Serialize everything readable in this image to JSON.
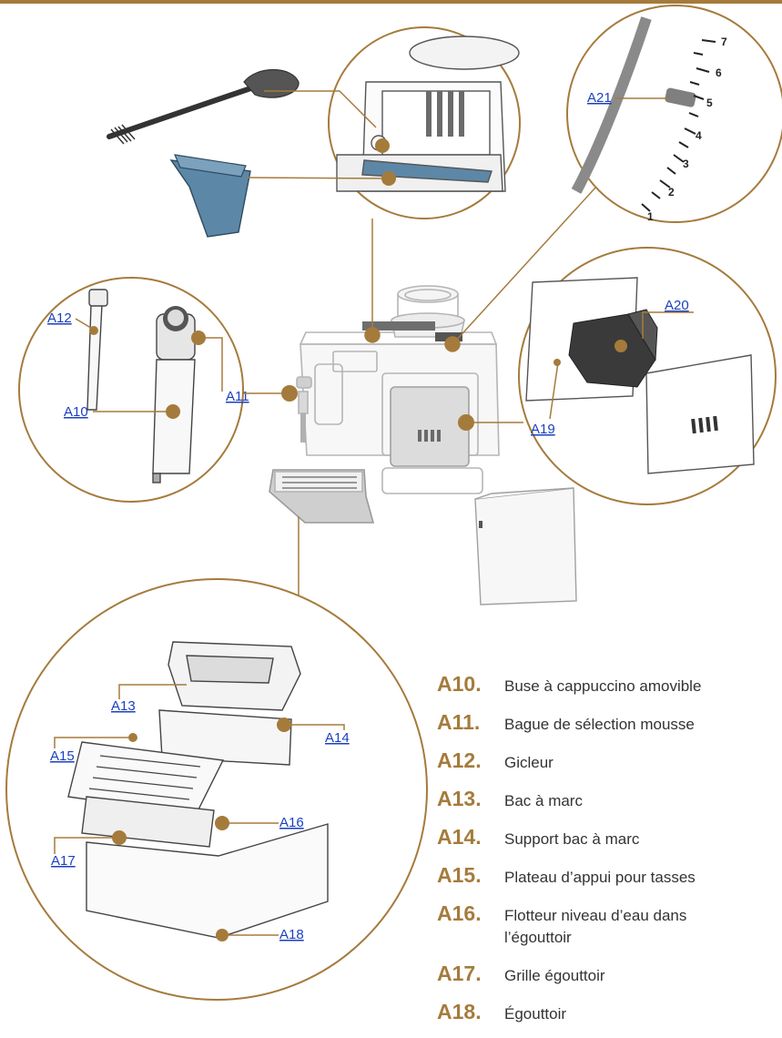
{
  "diagram": {
    "colors": {
      "accent": "#a57b3c",
      "callout_text": "#1a3fbf",
      "legend_text": "#333333",
      "part_blue": "#5d87a6"
    },
    "callouts": {
      "a10": "A10",
      "a11": "A11",
      "a12": "A12",
      "a13": "A13",
      "a14": "A14",
      "a15": "A15",
      "a16": "A16",
      "a17": "A17",
      "a18": "A18",
      "a19": "A19",
      "a20": "A20",
      "a21": "A21"
    },
    "dial_ticks": [
      "1",
      "2",
      "3",
      "4",
      "5",
      "6",
      "7"
    ],
    "legend": [
      {
        "code": "A10.",
        "text": "Buse à cappuccino amovible"
      },
      {
        "code": "A11.",
        "text": "Bague de sélection mousse"
      },
      {
        "code": "A12.",
        "text": "Gicleur"
      },
      {
        "code": "A13.",
        "text": "Bac à marc"
      },
      {
        "code": "A14.",
        "text": "Support bac à marc"
      },
      {
        "code": "A15.",
        "text": "Plateau d’appui pour tasses"
      },
      {
        "code": "A16.",
        "text": "Flotteur niveau d’eau dans l’égouttoir"
      },
      {
        "code": "A17.",
        "text": "Grille égouttoir"
      },
      {
        "code": "A18.",
        "text": "Égouttoir"
      }
    ]
  }
}
